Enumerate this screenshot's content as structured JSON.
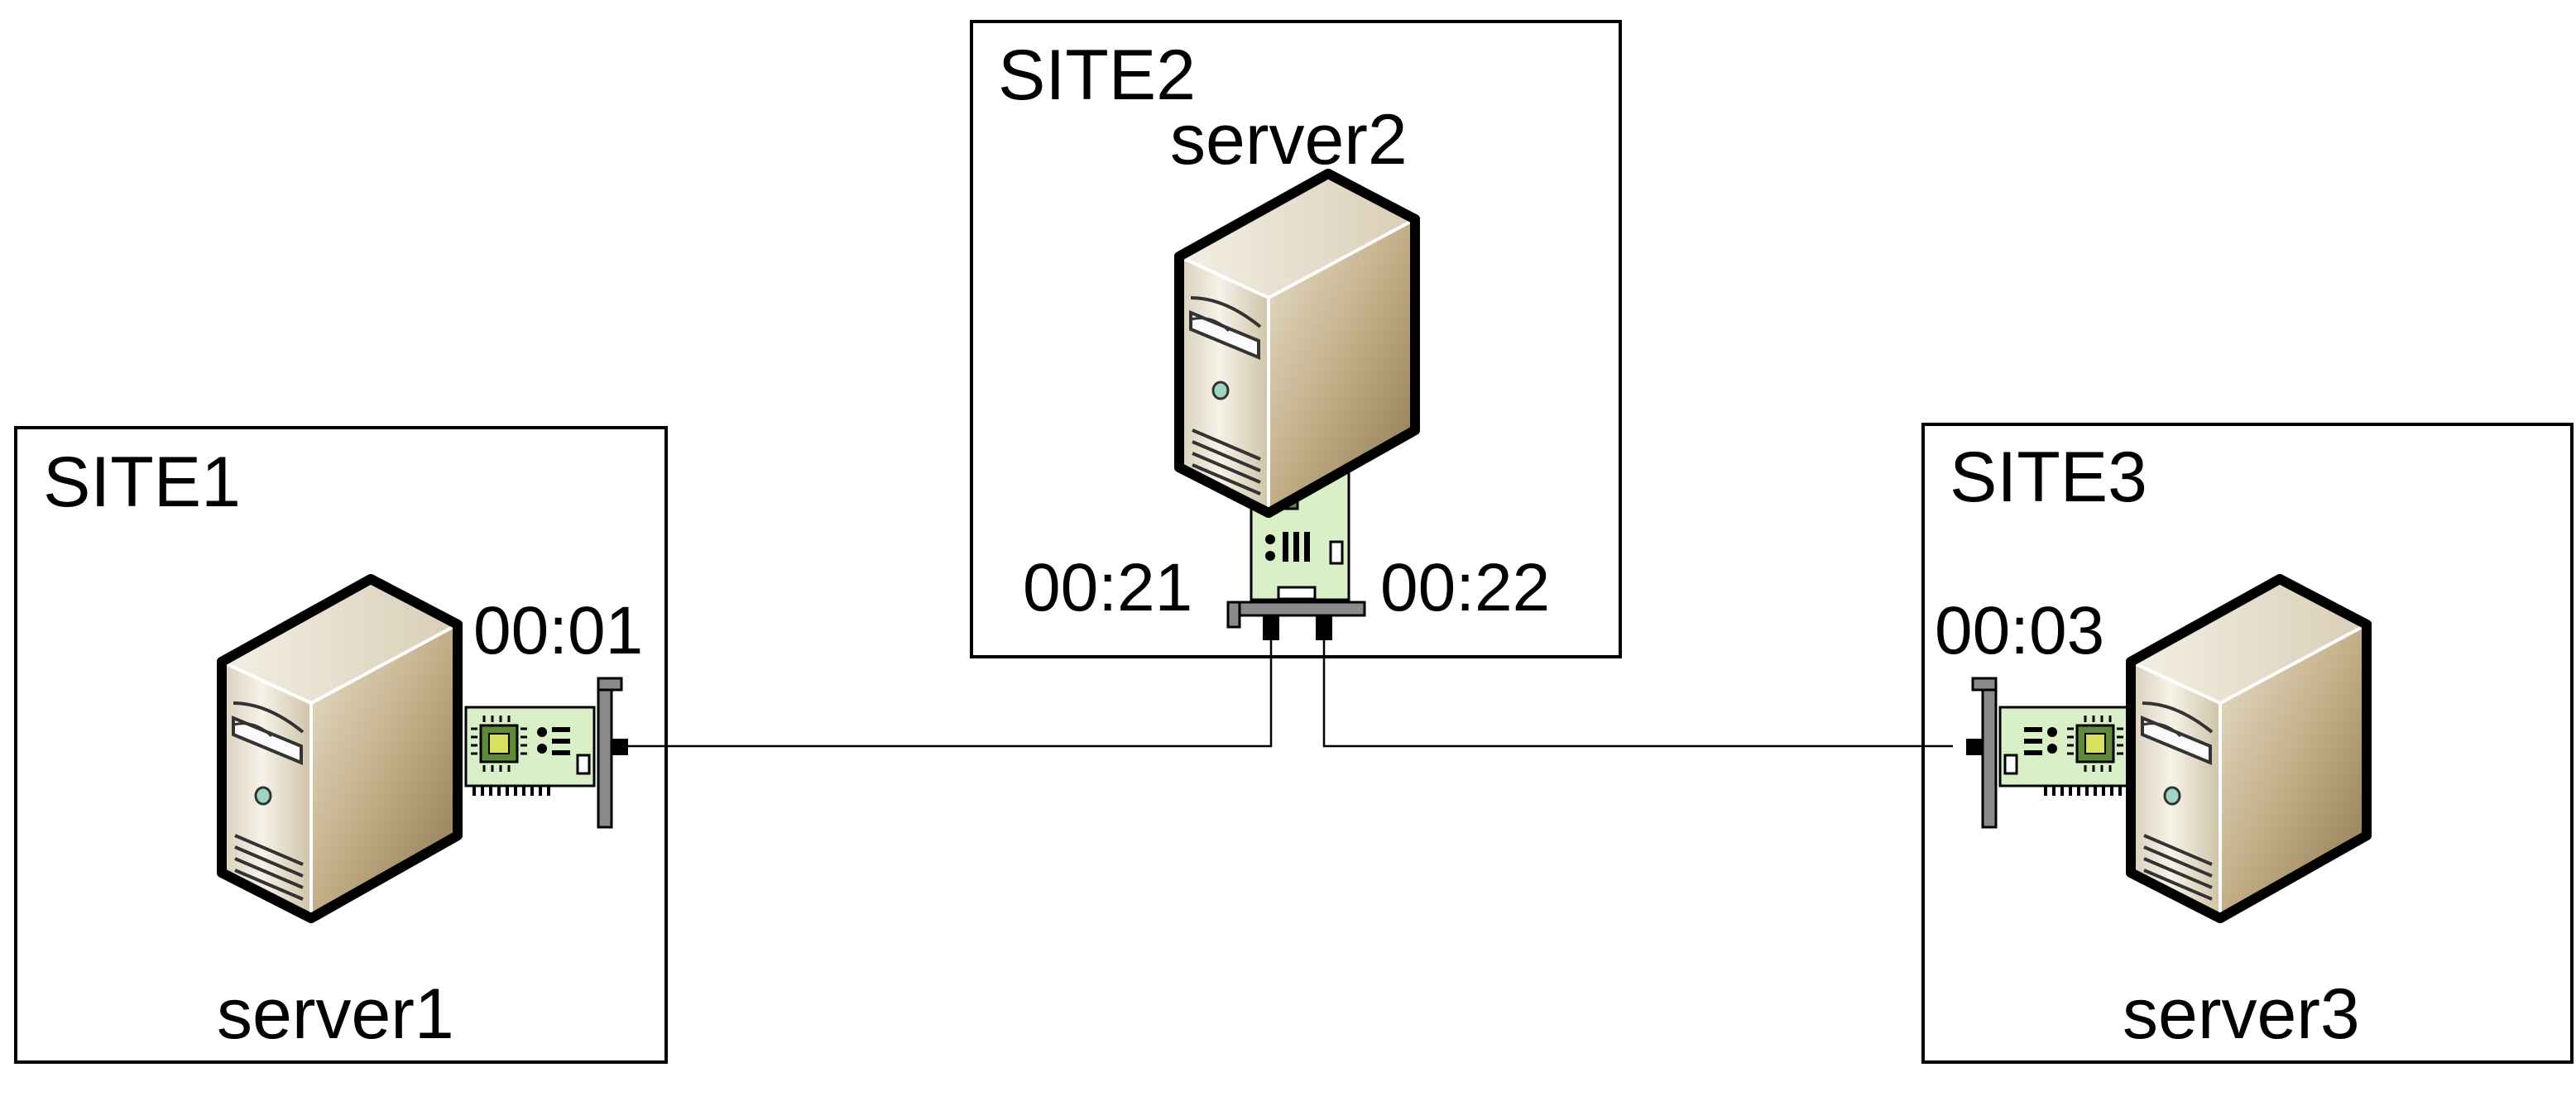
{
  "sites": [
    {
      "label": "SITE1",
      "server": {
        "label": "server1"
      },
      "nics": [
        {
          "label": "00:01"
        }
      ]
    },
    {
      "label": "SITE2",
      "server": {
        "label": "server2"
      },
      "nics": [
        {
          "label": "00:21"
        },
        {
          "label": "00:22"
        }
      ]
    },
    {
      "label": "SITE3",
      "server": {
        "label": "server3"
      },
      "nics": [
        {
          "label": "00:03"
        }
      ]
    }
  ],
  "links": [
    {
      "from": "00:01",
      "to": "00:21"
    },
    {
      "from": "00:22",
      "to": "00:03"
    }
  ]
}
